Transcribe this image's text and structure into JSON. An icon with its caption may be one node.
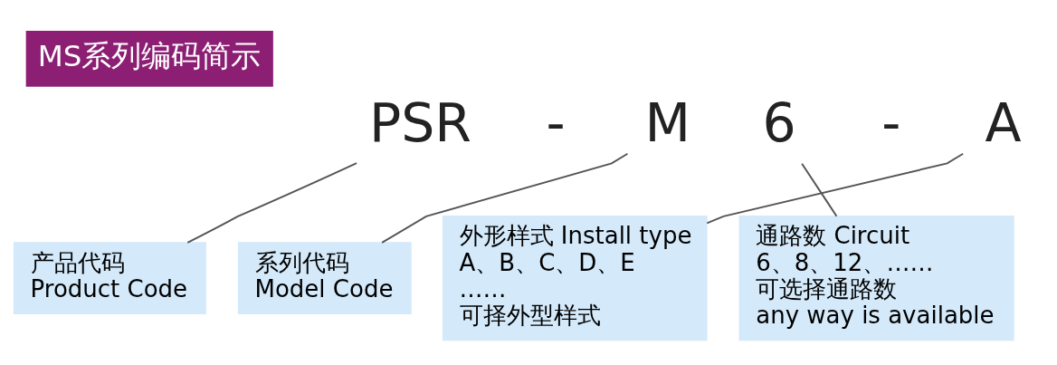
{
  "diagram": {
    "title": "MS系列编码简示",
    "nodes": [
      {
        "text": [
          "PSR"
        ]
      },
      {
        "text": [
          "M"
        ]
      },
      {
        "text": [
          "6"
        ]
      },
      {
        "text": [
          "A"
        ]
      },
      {
        "text": [
          "产品代码",
          "Product Code"
        ]
      },
      {
        "text": [
          "系列代码",
          "Model Code"
        ]
      },
      {
        "text": [
          "外形样式 Install type",
          "A、B、C、D、E",
          "……",
          "可择外型样式"
        ]
      },
      {
        "text": [
          "通路数 Circuit",
          "6、8、12、……",
          "可选择通路数",
          "any way is available"
        ]
      }
    ],
    "edges": [
      {
        "from": 4,
        "to": 0,
        "arrow": "none"
      },
      {
        "from": 5,
        "to": 1,
        "arrow": "none"
      },
      {
        "from": 3,
        "to": 6,
        "arrow": "none"
      },
      {
        "from": 2,
        "to": 7,
        "arrow": "none"
      }
    ],
    "labels": [
      "-",
      "-"
    ]
  }
}
